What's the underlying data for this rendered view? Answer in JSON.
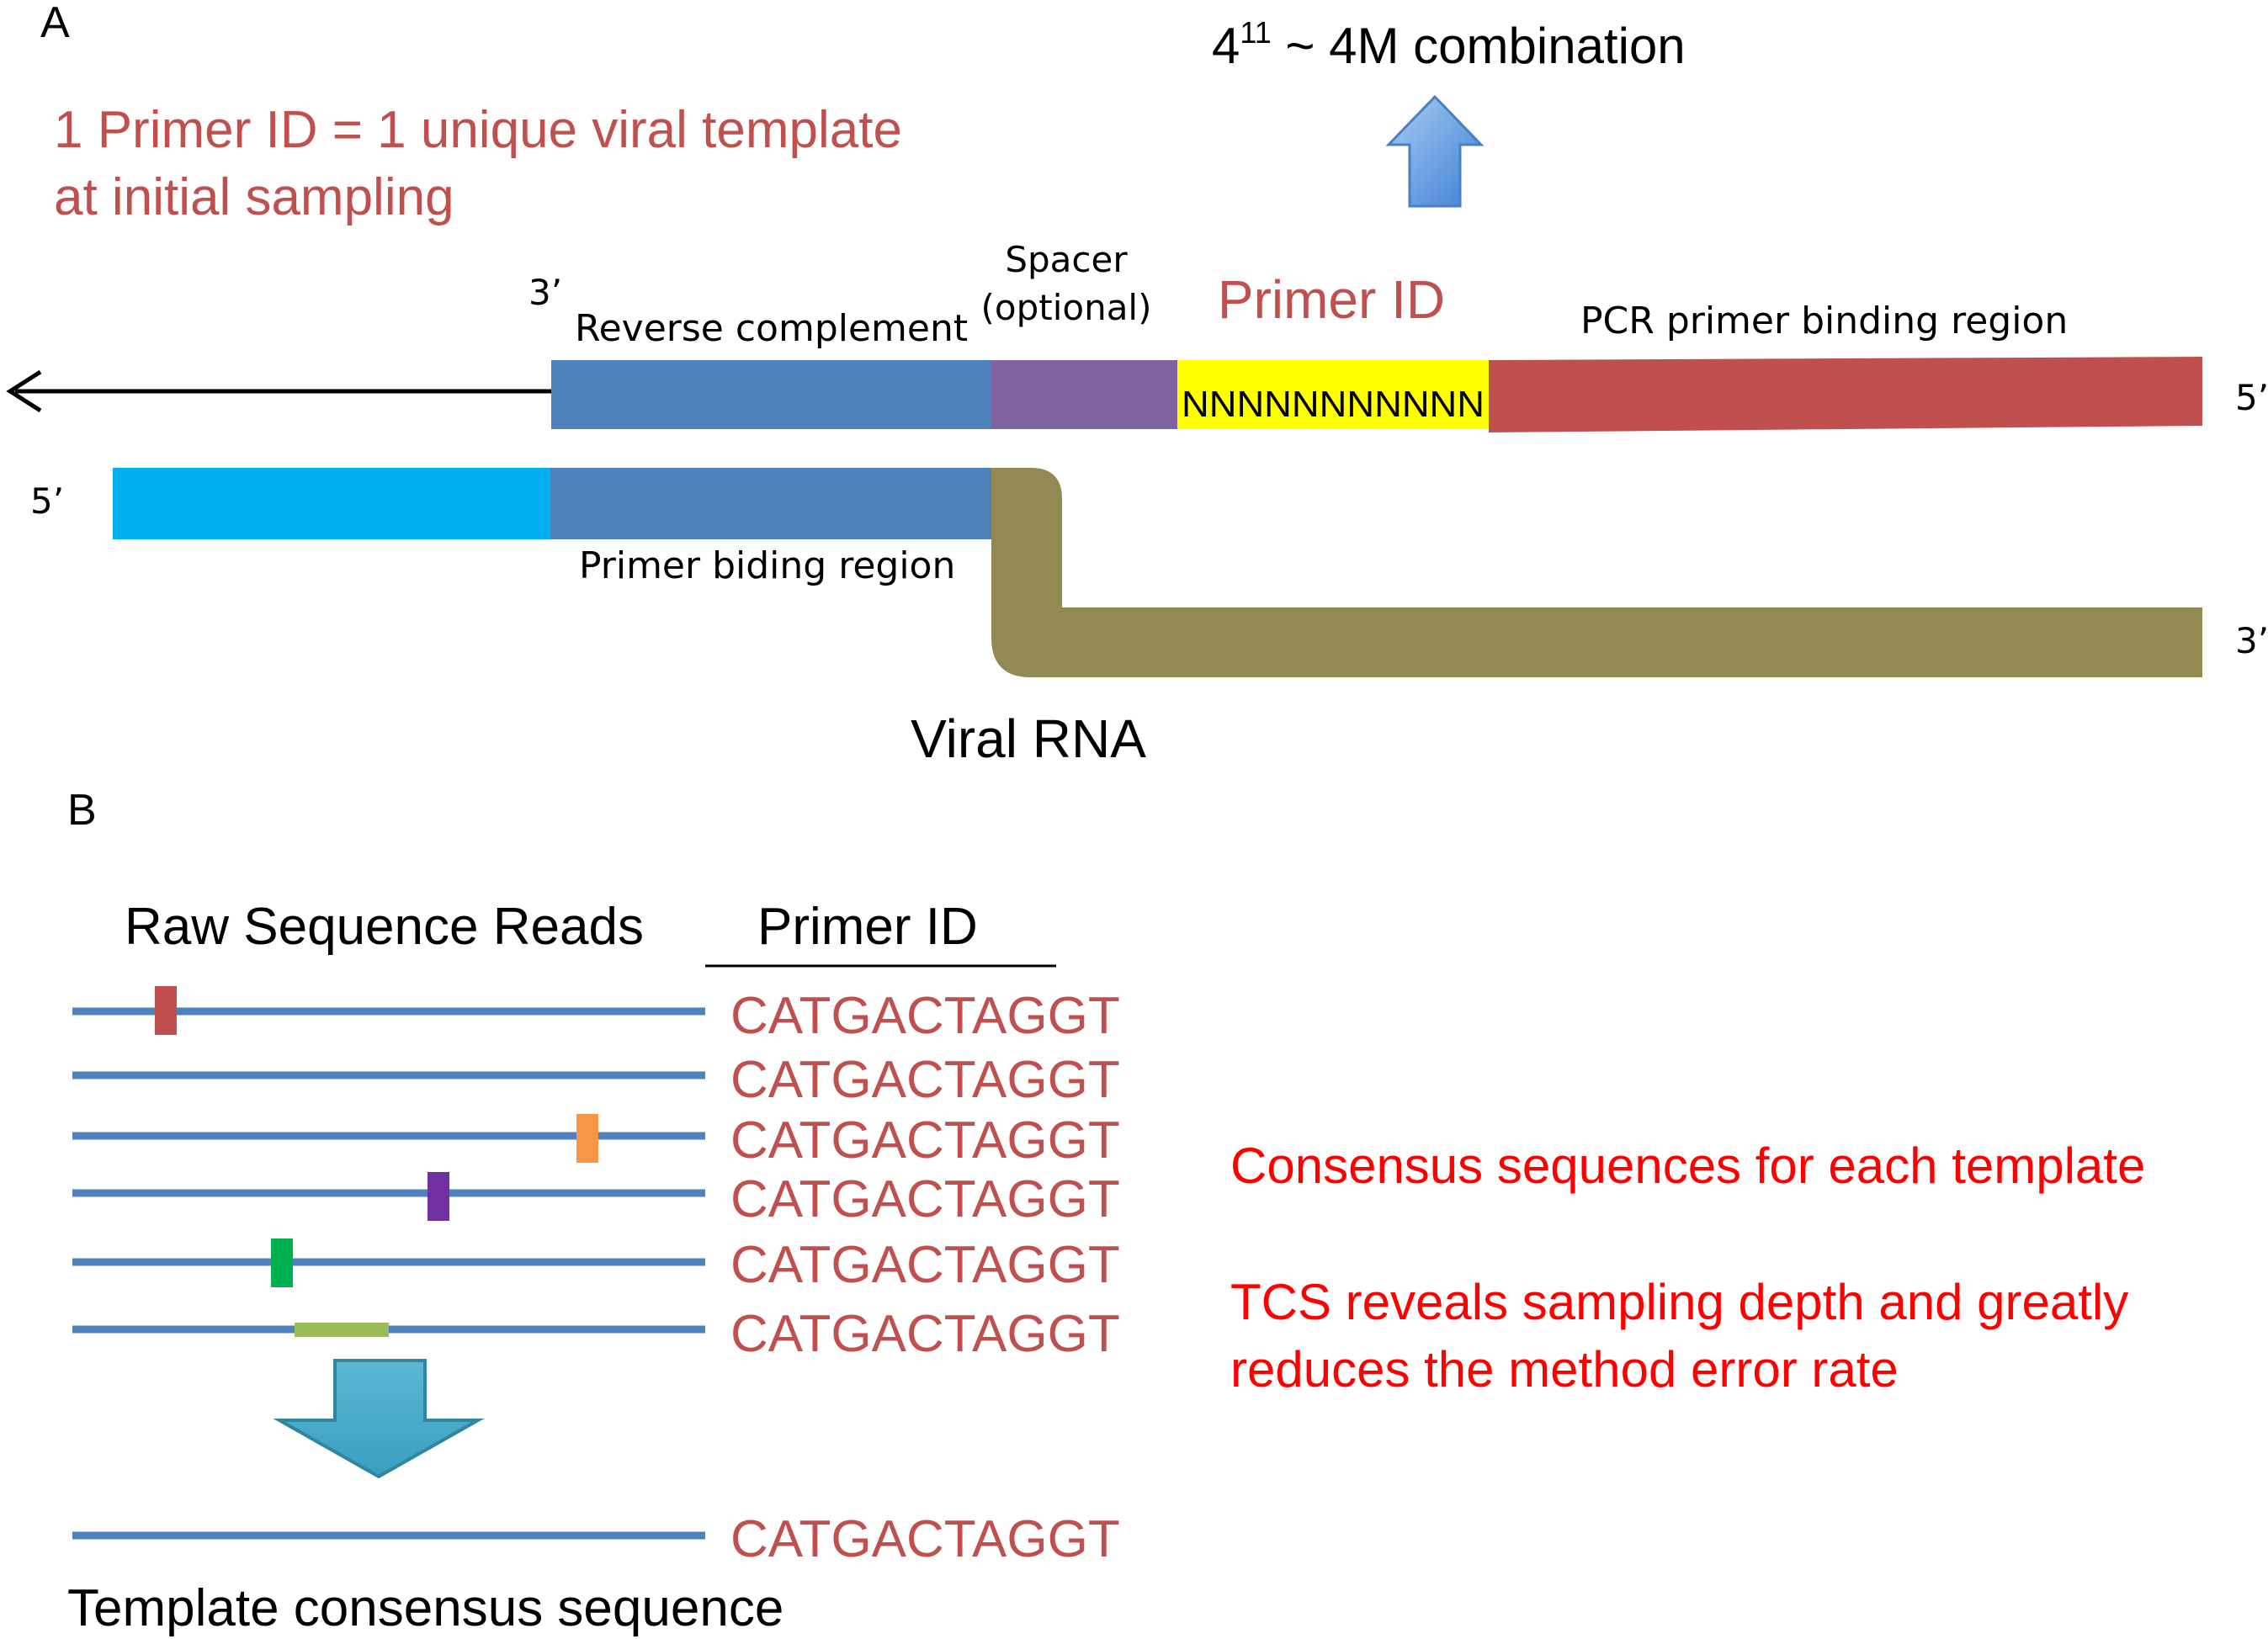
{
  "panel_a": {
    "label": "A",
    "combination_base": "4",
    "combination_exponent": "11",
    "combination_rest": " ~ 4M combination",
    "claim_line1": "1 Primer ID = 1 unique viral template",
    "claim_line2": "at initial sampling",
    "end_3prime_top": "3’",
    "end_5prime_top": "5’",
    "end_5prime_bottom": "5’",
    "end_3prime_bottom": "3’",
    "reverse_complement_label": "Reverse complement",
    "spacer_label_line1": "Spacer",
    "spacer_label_line2": "(optional)",
    "primer_id_label": "Primer ID",
    "pcr_region_label": "PCR primer binding region",
    "primer_id_sequence": "NNNNNNNNNNN",
    "primer_binding_label": "Primer biding region",
    "viral_rna_label": "Viral RNA",
    "colors": {
      "reverse_complement": "#4f81bd",
      "spacer": "#8064a2",
      "primer_id": "#ffff00",
      "pcr_region": "#c0504d",
      "cdna_5prime": "#00b0f0",
      "viral_rna": "#938953",
      "arrow": "#5b9bd5",
      "claim_text": "#c0504d"
    }
  },
  "panel_b": {
    "label": "B",
    "reads_header": "Raw Sequence Reads",
    "primer_id_header": "Primer ID",
    "reads": [
      {
        "primer_id": "CATGACTAGGT",
        "error_color": "#c0504d"
      },
      {
        "primer_id": "CATGACTAGGT",
        "error_color": ""
      },
      {
        "primer_id": "CATGACTAGGT",
        "error_color": "#f79646"
      },
      {
        "primer_id": "CATGACTAGGT",
        "error_color": "#7030a0"
      },
      {
        "primer_id": "CATGACTAGGT",
        "error_color": "#00b050"
      },
      {
        "primer_id": "CATGACTAGGT",
        "error_color": "#9bbb59"
      }
    ],
    "consensus_primer_id": "CATGACTAGGT",
    "consensus_label": "Template consensus sequence",
    "note1": "Consensus sequences for each template",
    "note2_line1": "TCS reveals sampling depth and greatly",
    "note2_line2": "reduces the method error rate",
    "colors": {
      "read_line": "#4f81bd",
      "primer_id_text": "#c0504d",
      "note_text": "#ff0000",
      "down_arrow": "#4bacc6"
    }
  }
}
